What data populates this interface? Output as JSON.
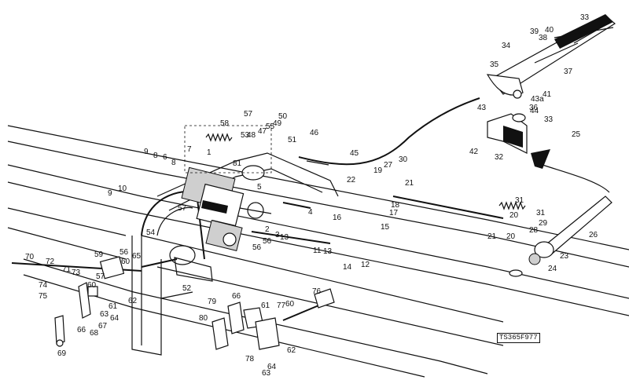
{
  "drawing_code": "TS365F977",
  "labels": [
    "1",
    "2",
    "3",
    "4",
    "5",
    "6",
    "7",
    "8",
    "8",
    "9",
    "9",
    "10",
    "11",
    "12",
    "13",
    "13",
    "14",
    "15",
    "16",
    "17",
    "18",
    "19",
    "20",
    "20",
    "21",
    "21",
    "22",
    "23",
    "24",
    "25",
    "26",
    "27",
    "28",
    "29",
    "30",
    "31",
    "31",
    "32",
    "33",
    "33",
    "34",
    "35",
    "36",
    "37",
    "38",
    "39",
    "40",
    "41",
    "42",
    "43",
    "43a",
    "44",
    "45",
    "46",
    "47",
    "48",
    "49",
    "50",
    "51",
    "52",
    "53",
    "54",
    "55",
    "56",
    "56",
    "56",
    "57",
    "57",
    "57",
    "58",
    "59",
    "60",
    "60",
    "60",
    "61",
    "61",
    "62",
    "62",
    "63",
    "63",
    "64",
    "64",
    "65",
    "66",
    "66",
    "67",
    "68",
    "69",
    "70",
    "71",
    "72",
    "73",
    "74",
    "75",
    "76",
    "77",
    "78",
    "79",
    "80",
    "81"
  ]
}
